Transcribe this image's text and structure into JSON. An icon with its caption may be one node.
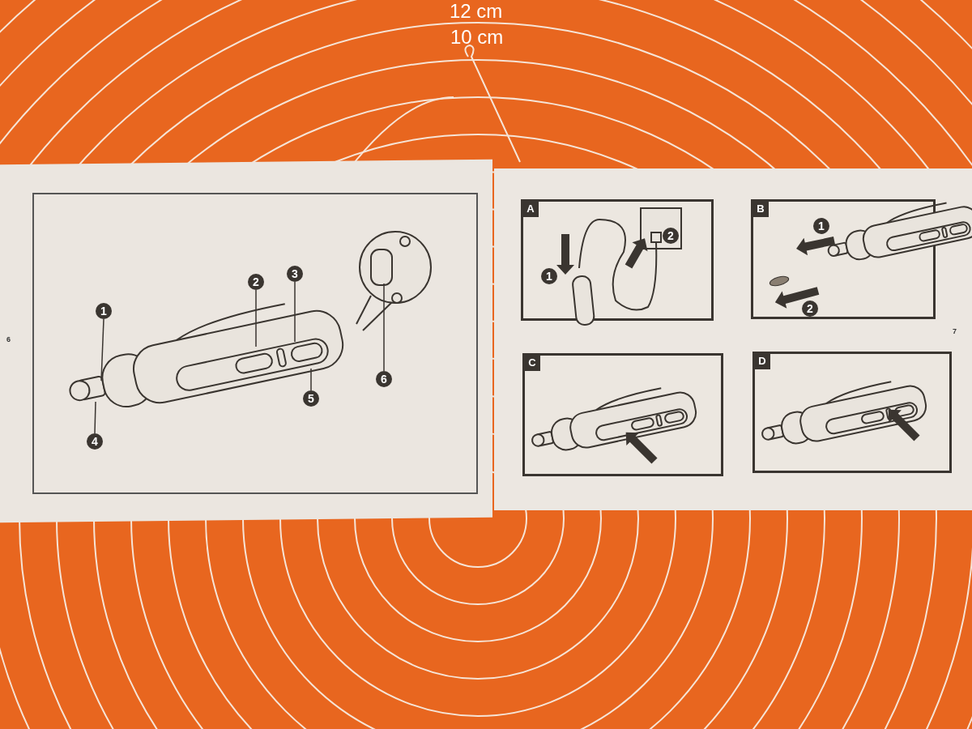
{
  "diagram": {
    "nodes": [
      {
        "text": [
          "1"
        ]
      },
      {
        "text": [
          "2"
        ]
      },
      {
        "text": [
          "3"
        ]
      },
      {
        "text": [
          "4"
        ]
      },
      {
        "text": [
          "5"
        ]
      },
      {
        "text": [
          "6"
        ]
      },
      {
        "text": [
          "A"
        ]
      },
      {
        "text": [
          "1"
        ],
        "in": 6
      },
      {
        "text": [
          "2"
        ],
        "in": 6
      },
      {
        "text": [
          "B"
        ]
      },
      {
        "text": [
          "1"
        ],
        "in": 9
      },
      {
        "text": [
          "2"
        ],
        "in": 9
      },
      {
        "text": [
          "C"
        ]
      },
      {
        "text": [
          "D"
        ]
      }
    ],
    "edges": [
      {
        "from": 0,
        "to": null,
        "arrow": "none"
      },
      {
        "from": 1,
        "to": null,
        "arrow": "none"
      },
      {
        "from": 2,
        "to": null,
        "arrow": "none"
      },
      {
        "from": 3,
        "to": null,
        "arrow": "none"
      },
      {
        "from": 4,
        "to": null,
        "arrow": "none"
      },
      {
        "from": 5,
        "to": null,
        "arrow": "none"
      }
    ],
    "labels": [
      "12 cm",
      "10 cm",
      "6",
      "7"
    ]
  }
}
